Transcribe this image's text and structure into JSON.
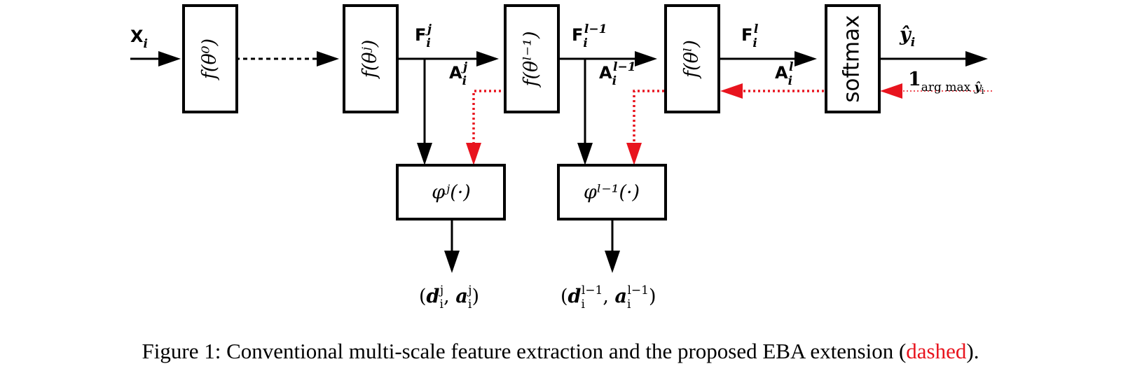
{
  "diagram": {
    "blocks": {
      "f0": "f(θ⁰)",
      "fj": "f(θʲ)",
      "fl1": "f(θˡ⁻¹)",
      "fl": "f(θˡ)",
      "softmax": "softmax",
      "phij": "φʲ(·)",
      "phil1": "φˡ⁻¹(·)"
    },
    "labels": {
      "xi": "Xi",
      "fij": "Fij",
      "aij": "Aij",
      "fil1": "Fil−1",
      "ail1": "Ail−1",
      "fil": "Fil",
      "ail": "Ail",
      "yhat": "ŷi",
      "indicator": "1arg max ŷi",
      "out_j": "(dij, aij)",
      "out_l1": "(dil−1, ail−1)"
    },
    "colors": {
      "forward": "#000000",
      "eba_dashed": "#e8141e"
    }
  },
  "caption": {
    "prefix": "Figure 1: Conventional multi-scale feature extraction and the proposed EBA extension (",
    "highlight": "dashed",
    "suffix": ")."
  }
}
